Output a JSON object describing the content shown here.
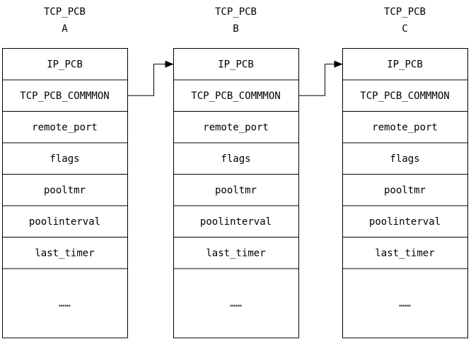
{
  "structs": [
    {
      "title": "TCP_PCB",
      "letter": "A",
      "fields": [
        "IP_PCB",
        "TCP_PCB_COMMMON",
        "remote_port",
        "flags",
        "pooltmr",
        "poolinterval",
        "last_timer",
        "……"
      ]
    },
    {
      "title": "TCP_PCB",
      "letter": "B",
      "fields": [
        "IP_PCB",
        "TCP_PCB_COMMMON",
        "remote_port",
        "flags",
        "pooltmr",
        "poolinterval",
        "last_timer",
        "……"
      ]
    },
    {
      "title": "TCP_PCB",
      "letter": "C",
      "fields": [
        "IP_PCB",
        "TCP_PCB_COMMMON",
        "remote_port",
        "flags",
        "pooltmr",
        "poolinterval",
        "last_timer",
        "……"
      ]
    }
  ],
  "links": [
    {
      "from_struct": 0,
      "from_field": 1,
      "to_struct": 1,
      "to_field": 0
    },
    {
      "from_struct": 1,
      "from_field": 1,
      "to_struct": 2,
      "to_field": 0
    }
  ]
}
